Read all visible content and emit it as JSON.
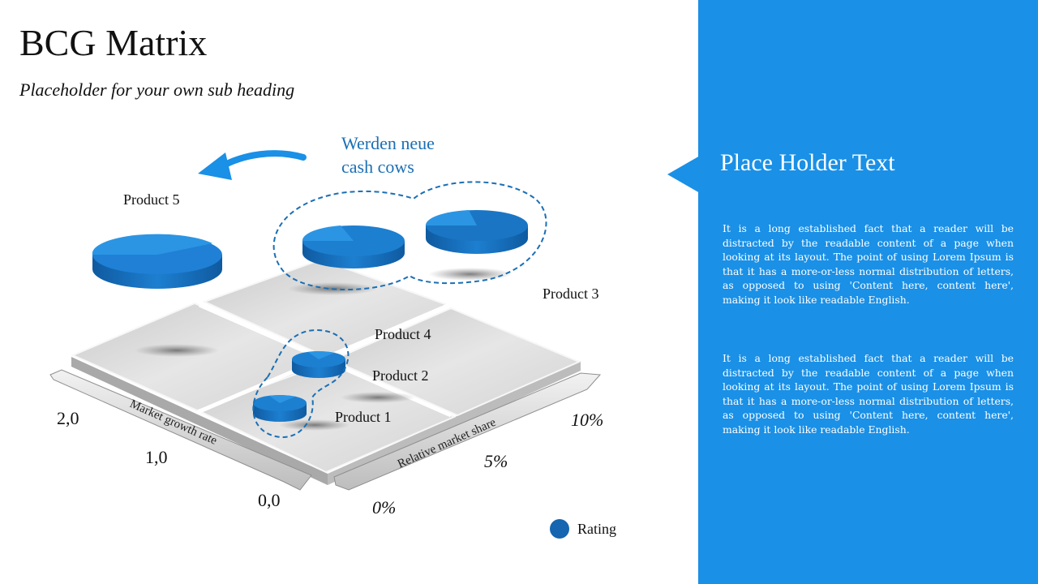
{
  "slide": {
    "title": "BCG Matrix",
    "subtitle": "Placeholder for your own sub heading"
  },
  "diagram": {
    "callout": [
      "Werden neue",
      "cash cows"
    ],
    "products": {
      "p1": "Product 1",
      "p2": "Product 2",
      "p3": "Product 3",
      "p4": "Product 4",
      "p5": "Product 5"
    },
    "y_axis": {
      "name": "Market growth rate",
      "ticks": [
        "2,0",
        "1,0",
        "0,0"
      ]
    },
    "x_axis": {
      "name": "Relative market share",
      "ticks": [
        "10%",
        "5%",
        "0%"
      ]
    },
    "legend": "Rating",
    "colors": {
      "pie_dark": "#1465ae",
      "pie_light": "#2b95e3",
      "panel": "#1a90e6",
      "tile": "#d9d9d9"
    }
  },
  "panel": {
    "heading": "Place Holder Text",
    "paragraph_1": "It is a long established fact that a reader will be distracted by the readable content of a page when looking at its layout. The point of using Lorem Ipsum is that it has a more-or-less normal distribution of letters, as opposed to using 'Content here, content here', making it look like readable English.",
    "paragraph_2": "It is a long established fact that a reader will be distracted by the readable content of a page when looking at its layout. The point of using Lorem Ipsum is that it has a more-or-less normal distribution of letters, as opposed to using 'Content here, content here', making it look like readable English."
  }
}
